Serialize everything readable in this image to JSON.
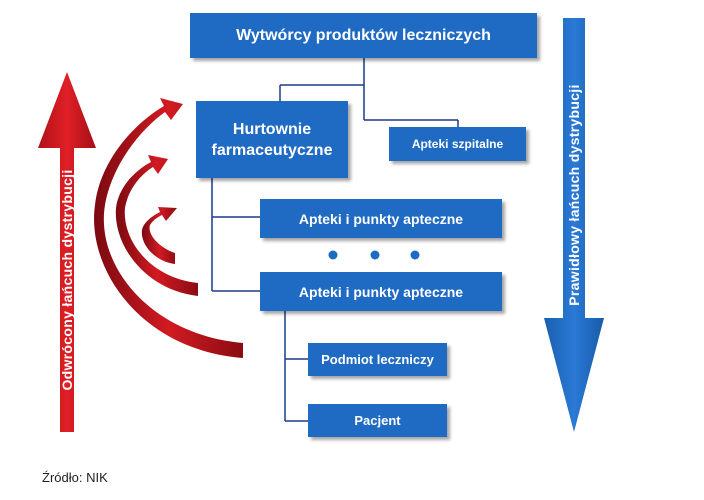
{
  "nodes": {
    "manufacturers": "Wytwórcy produktów leczniczych",
    "wholesalers": "Hurtownie farmaceutyczne",
    "hospital_pharmacies": "Apteki szpitalne",
    "pharmacies_1": "Apteki i punkty apteczne",
    "pharmacies_2": "Apteki i punkty apteczne",
    "healthcare_entity": "Podmiot leczniczy",
    "patient": "Pacjent"
  },
  "arrows": {
    "reverse_label": "Odwrócony łańcuch dystrybucji",
    "forward_label": "Prawidłowy łańcuch dystrybucji"
  },
  "source": "Źródło: NIK",
  "colors": {
    "node_blue": "#1f6bc4",
    "reverse_red": "#c8141c",
    "forward_blue": "#1f6bc4",
    "connector": "#1a3a8a"
  }
}
